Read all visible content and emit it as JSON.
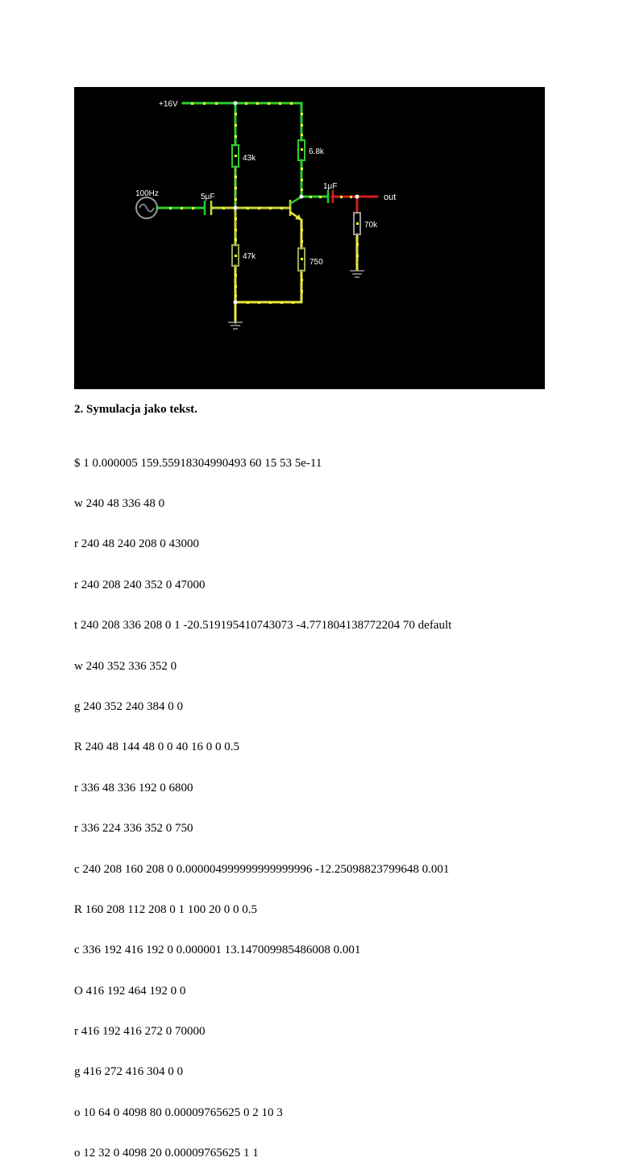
{
  "circuit": {
    "labels": {
      "supply": "+16V",
      "r_top_base": "43k",
      "r_collector": "6.8k",
      "source": "100Hz",
      "c_in": "5μF",
      "c_out": "1μF",
      "output": "out",
      "r_load": "70k",
      "r_bottom_base": "47k",
      "r_emitter": "750"
    },
    "colors": {
      "background": "#000000",
      "wire_high": "#2ecc2e",
      "wire_mid": "#c8d83c",
      "wire_low": "#e8e840",
      "wire_out": "#d21e1e",
      "current_dot": "#ffff30",
      "resistor_gray": "#9a9a9a",
      "node": "#ffffff"
    }
  },
  "section_heading": "2. Symulacja jako tekst.",
  "netlist": [
    "$ 1 0.000005 159.55918304990493 60 15 53 5e-11",
    "w 240 48 336 48 0",
    "r 240 48 240 208 0 43000",
    "r 240 208 240 352 0 47000",
    "t 240 208 336 208 0 1 -20.519195410743073 -4.771804138772204 70 default",
    "w 240 352 336 352 0",
    "g 240 352 240 384 0 0",
    "R 240 48 144 48 0 0 40 16 0 0 0.5",
    "r 336 48 336 192 0 6800",
    "r 336 224 336 352 0 750",
    "c 240 208 160 208 0 0.000004999999999999996 -12.25098823799648 0.001",
    "R 160 208 112 208 0 1 100 20 0 0 0.5",
    "c 336 192 416 192 0 0.000001 13.147009985486008 0.001",
    "O 416 192 464 192 0 0",
    "r 416 192 416 272 0 70000",
    "g 416 272 416 304 0 0",
    "o 10 64 0 4098 80 0.00009765625 0 2 10 3",
    "o 12 32 0 4098 20 0.00009765625 1 1"
  ]
}
